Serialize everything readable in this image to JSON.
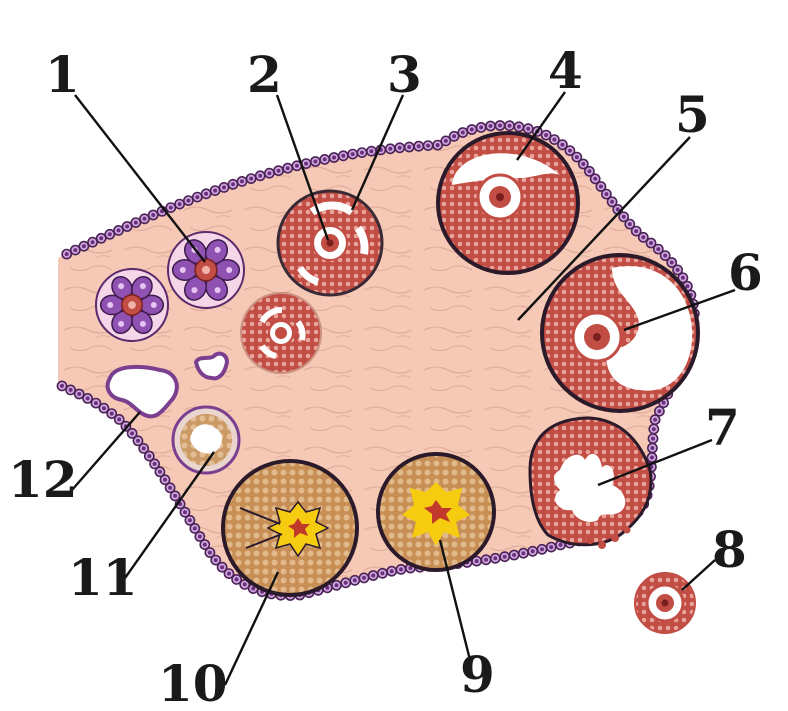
{
  "labels": {
    "l1": "1",
    "l2": "2",
    "l3": "3",
    "l4": "4",
    "l5": "5",
    "l6": "6",
    "l7": "7",
    "l8": "8",
    "l9": "9",
    "l10": "10",
    "l11": "11",
    "l12": "12"
  },
  "colors": {
    "stroma": "#f6c9b6",
    "stroma_fiber": "#c08c7c",
    "epithelium_cell": "#7a3f8f",
    "granulosa": "#c8524a",
    "granulosa_dot": "#e8a39a",
    "luteal": "#d09a60",
    "luteal_core": "#f5cc10",
    "corpus_center": "#c0392b",
    "primordial_cell": "#8f52b2",
    "theca": "#2b1a2a",
    "antrum": "#ffffff"
  }
}
